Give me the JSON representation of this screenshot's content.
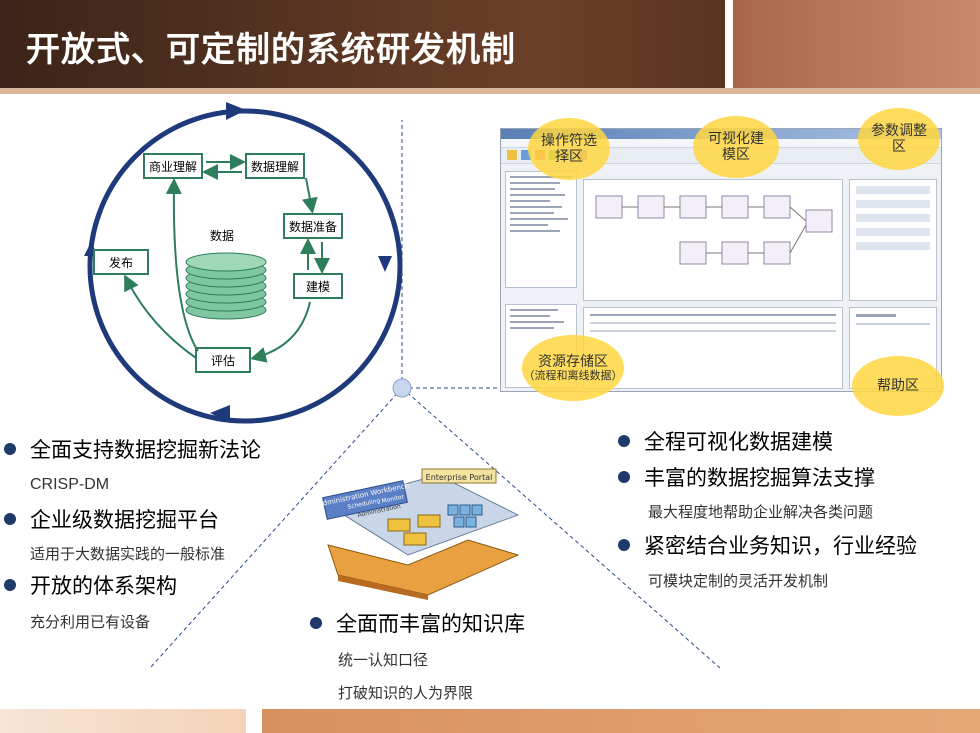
{
  "title": "开放式、可定制的系统研发机制",
  "cycle": {
    "business_understanding": "商业理解",
    "data_understanding": "数据理解",
    "data_preparation": "数据准备",
    "modeling": "建模",
    "evaluation": "评估",
    "deployment": "发布",
    "data": "数据"
  },
  "callouts": {
    "operator_area": "操作符选择区",
    "visual_modeling": "可视化建模区",
    "param_area": "参数调整区",
    "resource_area": "资源存储区",
    "resource_note": "（流程和离线数据）",
    "help_area": "帮助区"
  },
  "left_points": [
    {
      "title": "全面支持数据挖掘新法论",
      "sub": "CRISP-DM"
    },
    {
      "title": "企业级数据挖掘平台",
      "sub": "适用于大数据实践的一般标准"
    },
    {
      "title": "开放的体系架构",
      "sub": "充分利用已有设备"
    }
  ],
  "center_point": {
    "title": "全面而丰富的知识库",
    "subs": [
      "统一认知口径",
      "打破知识的人为界限"
    ]
  },
  "right_points": [
    {
      "title": "全程可视化数据建模",
      "sub": ""
    },
    {
      "title": "丰富的数据挖掘算法支撑",
      "sub": "最大程度地帮助企业解决各类问题"
    },
    {
      "title": "紧密结合业务知识，行业经验",
      "sub": "可模块定制的灵活开发机制"
    }
  ],
  "portal_labels": {
    "enterprise_portal": "Enterprise Portal",
    "admin_workbench": "Administration Workbench",
    "scheduling": "Scheduling",
    "monitor": "Monitor",
    "administration": "Administration"
  },
  "colors": {
    "header_dark": "#3b2418",
    "ring": "#1f3a7a",
    "flow": "#2e7d5b",
    "bubble": "#ffd640"
  }
}
